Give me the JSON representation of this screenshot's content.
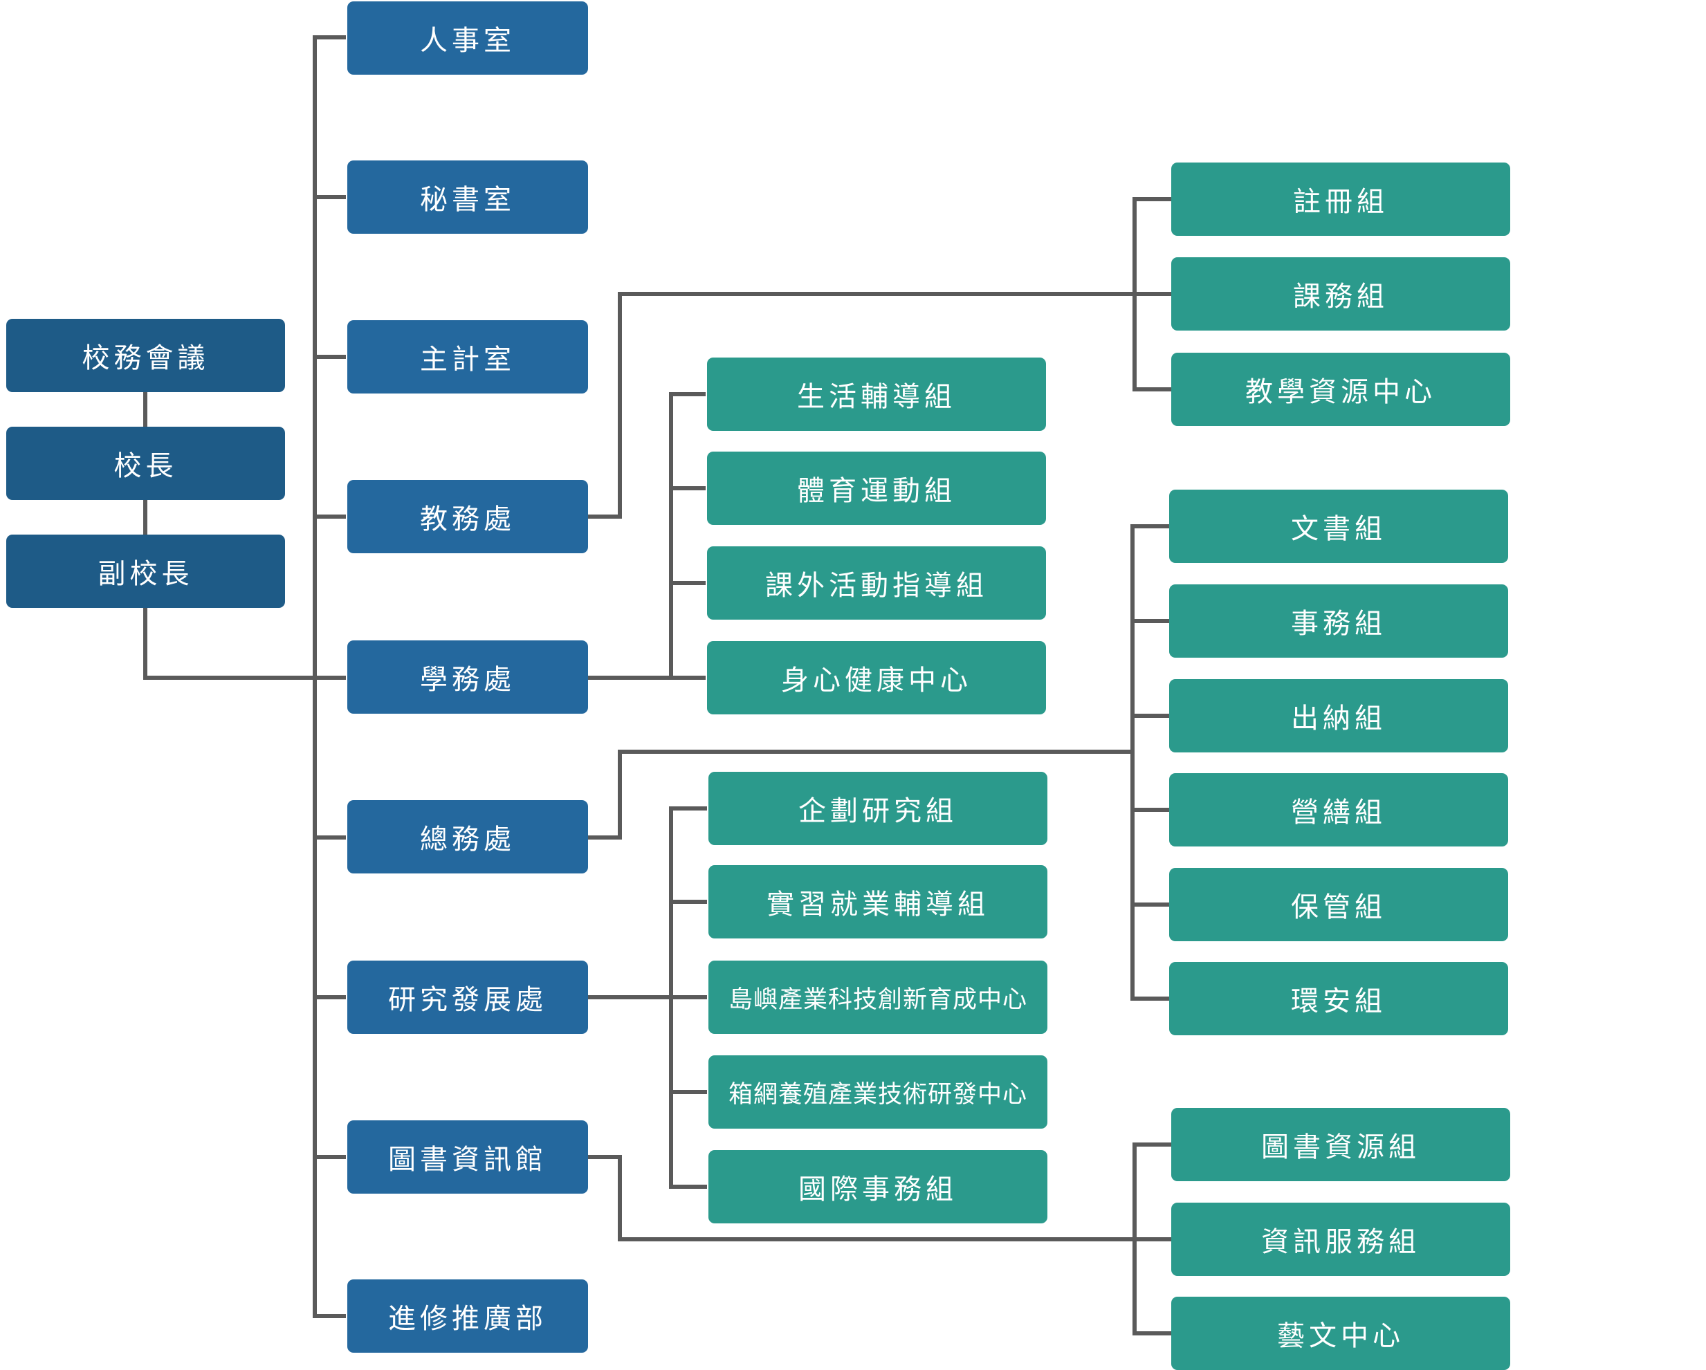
{
  "leaders": {
    "council": "校務會議",
    "president": "校長",
    "vice_president": "副校長"
  },
  "units": {
    "personnel": "人事室",
    "secretariat": "秘書室",
    "accounting": "主計室",
    "academic": "教務處",
    "student_affairs": "學務處",
    "general_affairs": "總務處",
    "research": "研究發展處",
    "library": "圖書資訊館",
    "extension": "進修推廣部"
  },
  "academic_groups": {
    "registration": "註冊組",
    "curriculum": "課務組",
    "teaching_resource": "教學資源中心"
  },
  "student_groups": {
    "life_guidance": "生活輔導組",
    "sports": "體育運動組",
    "extracurricular": "課外活動指導組",
    "health": "身心健康中心"
  },
  "general_groups": {
    "documents": "文書組",
    "affairs": "事務組",
    "cashier": "出納組",
    "construction": "營繕組",
    "custody": "保管組",
    "environment": "環安組"
  },
  "research_groups": {
    "planning": "企劃研究組",
    "internship": "實習就業輔導組",
    "incubation": "島嶼產業科技創新育成中心",
    "cage_aquaculture": "箱網養殖產業技術研發中心",
    "international": "國際事務組"
  },
  "library_groups": {
    "library_resources": "圖書資源組",
    "information_services": "資訊服務組",
    "arts_center": "藝文中心"
  },
  "colors": {
    "navy": "#1e5b87",
    "blue": "#24689e",
    "teal": "#2b9a8c",
    "line": "#5a5a5a"
  }
}
